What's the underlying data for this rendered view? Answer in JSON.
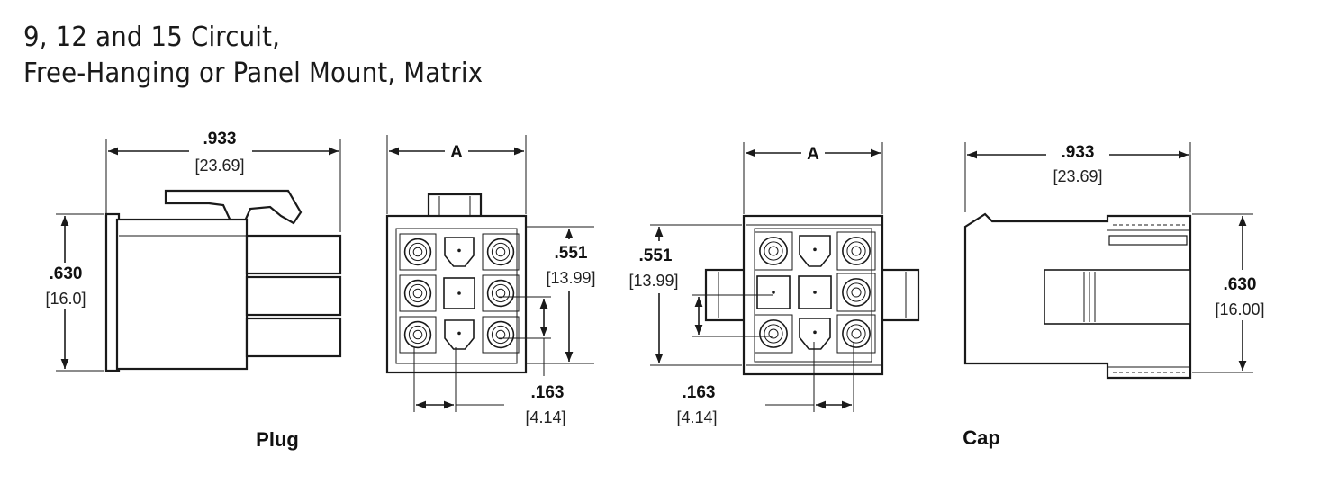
{
  "title": {
    "line1": "9, 12 and 15 Circuit,",
    "line2": "Free-Hanging or Panel Mount, Matrix"
  },
  "views": {
    "plug_side": {
      "width_in": ".933",
      "width_mm": "[23.69]",
      "height_in": ".630",
      "height_mm": "[16.0]"
    },
    "plug_front": {
      "width_label": "A",
      "height_in": ".551",
      "height_mm": "[13.99]",
      "pitch_in": ".163",
      "pitch_mm": "[4.14]"
    },
    "cap_front": {
      "width_label": "A",
      "height_in": ".551",
      "height_mm": "[13.99]",
      "pitch_in": ".163",
      "pitch_mm": "[4.14]"
    },
    "cap_side": {
      "width_in": ".933",
      "width_mm": "[23.69]",
      "height_in": ".630",
      "height_mm": "[16.00]"
    }
  },
  "captions": {
    "plug": "Plug",
    "cap": "Cap"
  },
  "colors": {
    "ink": "#1a1a1a",
    "paper": "#ffffff"
  }
}
